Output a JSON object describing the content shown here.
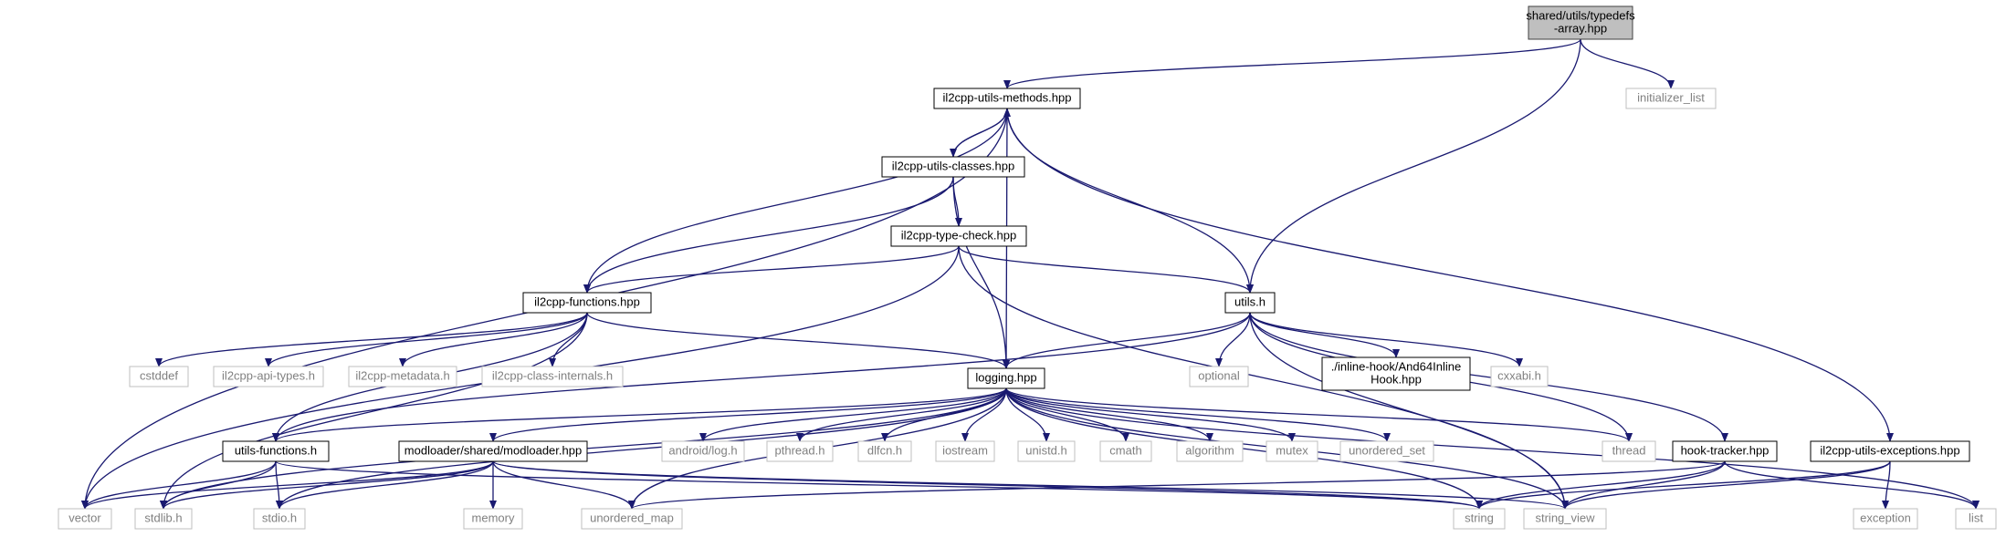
{
  "colors": {
    "edge": "#191970",
    "root_fill": "#bfbfbf",
    "root_stroke": "#404040",
    "documented_stroke": "#000000",
    "external_stroke": "#bfbfbf",
    "documented_text": "#000000",
    "external_text": "#808080"
  },
  "nodes": [
    {
      "id": "root",
      "kind": "root",
      "lines": [
        "shared/utils/typedefs",
        "-array.hpp"
      ]
    },
    {
      "id": "il2cpp_utils_methods",
      "kind": "documented",
      "lines": [
        "il2cpp-utils-methods.hpp"
      ]
    },
    {
      "id": "initializer_list",
      "kind": "external",
      "lines": [
        "initializer_list"
      ]
    },
    {
      "id": "il2cpp_utils_classes",
      "kind": "documented",
      "lines": [
        "il2cpp-utils-classes.hpp"
      ]
    },
    {
      "id": "il2cpp_type_check",
      "kind": "documented",
      "lines": [
        "il2cpp-type-check.hpp"
      ]
    },
    {
      "id": "il2cpp_functions",
      "kind": "documented",
      "lines": [
        "il2cpp-functions.hpp"
      ]
    },
    {
      "id": "utils_h",
      "kind": "documented",
      "lines": [
        "utils.h"
      ]
    },
    {
      "id": "cstddef",
      "kind": "external",
      "lines": [
        "cstddef"
      ]
    },
    {
      "id": "il2cpp_api_types",
      "kind": "external",
      "lines": [
        "il2cpp-api-types.h"
      ]
    },
    {
      "id": "il2cpp_metadata",
      "kind": "external",
      "lines": [
        "il2cpp-metadata.h"
      ]
    },
    {
      "id": "il2cpp_class_internals",
      "kind": "external",
      "lines": [
        "il2cpp-class-internals.h"
      ]
    },
    {
      "id": "logging",
      "kind": "documented",
      "lines": [
        "logging.hpp"
      ]
    },
    {
      "id": "optional",
      "kind": "external",
      "lines": [
        "optional"
      ]
    },
    {
      "id": "and64inlinehook",
      "kind": "documented",
      "lines": [
        "./inline-hook/And64Inline",
        "Hook.hpp"
      ]
    },
    {
      "id": "cxxabi",
      "kind": "external",
      "lines": [
        "cxxabi.h"
      ]
    },
    {
      "id": "utils_functions",
      "kind": "documented",
      "lines": [
        "utils-functions.h"
      ]
    },
    {
      "id": "modloader",
      "kind": "documented",
      "lines": [
        "modloader/shared/modloader.hpp"
      ]
    },
    {
      "id": "android_log",
      "kind": "external",
      "lines": [
        "android/log.h"
      ]
    },
    {
      "id": "pthread",
      "kind": "external",
      "lines": [
        "pthread.h"
      ]
    },
    {
      "id": "dlfcn",
      "kind": "external",
      "lines": [
        "dlfcn.h"
      ]
    },
    {
      "id": "iostream",
      "kind": "external",
      "lines": [
        "iostream"
      ]
    },
    {
      "id": "unistd",
      "kind": "external",
      "lines": [
        "unistd.h"
      ]
    },
    {
      "id": "cmath",
      "kind": "external",
      "lines": [
        "cmath"
      ]
    },
    {
      "id": "algorithm",
      "kind": "external",
      "lines": [
        "algorithm"
      ]
    },
    {
      "id": "mutex",
      "kind": "external",
      "lines": [
        "mutex"
      ]
    },
    {
      "id": "unordered_set",
      "kind": "external",
      "lines": [
        "unordered_set"
      ]
    },
    {
      "id": "thread",
      "kind": "external",
      "lines": [
        "thread"
      ]
    },
    {
      "id": "hook_tracker",
      "kind": "documented",
      "lines": [
        "hook-tracker.hpp"
      ]
    },
    {
      "id": "il2cpp_utils_exceptions",
      "kind": "documented",
      "lines": [
        "il2cpp-utils-exceptions.hpp"
      ]
    },
    {
      "id": "vector",
      "kind": "external",
      "lines": [
        "vector"
      ]
    },
    {
      "id": "stdlib",
      "kind": "external",
      "lines": [
        "stdlib.h"
      ]
    },
    {
      "id": "stdio",
      "kind": "external",
      "lines": [
        "stdio.h"
      ]
    },
    {
      "id": "memory",
      "kind": "external",
      "lines": [
        "memory"
      ]
    },
    {
      "id": "unordered_map",
      "kind": "external",
      "lines": [
        "unordered_map"
      ]
    },
    {
      "id": "string",
      "kind": "external",
      "lines": [
        "string"
      ]
    },
    {
      "id": "string_view",
      "kind": "external",
      "lines": [
        "string_view"
      ]
    },
    {
      "id": "exception",
      "kind": "external",
      "lines": [
        "exception"
      ]
    },
    {
      "id": "list",
      "kind": "external",
      "lines": [
        "list"
      ]
    }
  ],
  "edges": [
    [
      "root",
      "il2cpp_utils_methods"
    ],
    [
      "root",
      "initializer_list"
    ],
    [
      "root",
      "utils_h"
    ],
    [
      "il2cpp_utils_methods",
      "vector"
    ],
    [
      "il2cpp_utils_methods",
      "il2cpp_utils_classes"
    ],
    [
      "il2cpp_utils_methods",
      "il2cpp_functions"
    ],
    [
      "il2cpp_utils_methods",
      "logging"
    ],
    [
      "il2cpp_utils_methods",
      "utils_h"
    ],
    [
      "il2cpp_utils_methods",
      "il2cpp_utils_exceptions"
    ],
    [
      "il2cpp_utils_classes",
      "il2cpp_utils_methods"
    ],
    [
      "il2cpp_utils_classes",
      "il2cpp_type_check"
    ],
    [
      "il2cpp_utils_classes",
      "il2cpp_functions"
    ],
    [
      "il2cpp_utils_classes",
      "logging"
    ],
    [
      "il2cpp_type_check",
      "il2cpp_functions"
    ],
    [
      "il2cpp_type_check",
      "utils_h"
    ],
    [
      "il2cpp_type_check",
      "vector"
    ],
    [
      "il2cpp_type_check",
      "string_view"
    ],
    [
      "il2cpp_functions",
      "cstddef"
    ],
    [
      "il2cpp_functions",
      "il2cpp_api_types"
    ],
    [
      "il2cpp_functions",
      "il2cpp_metadata"
    ],
    [
      "il2cpp_functions",
      "il2cpp_class_internals"
    ],
    [
      "il2cpp_functions",
      "logging"
    ],
    [
      "il2cpp_functions",
      "utils_functions"
    ],
    [
      "il2cpp_functions",
      "stdlib"
    ],
    [
      "utils_h",
      "logging"
    ],
    [
      "utils_h",
      "optional"
    ],
    [
      "utils_h",
      "and64inlinehook"
    ],
    [
      "utils_h",
      "cxxabi"
    ],
    [
      "utils_h",
      "thread"
    ],
    [
      "utils_h",
      "utils_functions"
    ],
    [
      "utils_h",
      "hook_tracker"
    ],
    [
      "utils_h",
      "string_view"
    ],
    [
      "logging",
      "utils_functions"
    ],
    [
      "logging",
      "modloader"
    ],
    [
      "logging",
      "android_log"
    ],
    [
      "logging",
      "pthread"
    ],
    [
      "logging",
      "dlfcn"
    ],
    [
      "logging",
      "iostream"
    ],
    [
      "logging",
      "unistd"
    ],
    [
      "logging",
      "cmath"
    ],
    [
      "logging",
      "algorithm"
    ],
    [
      "logging",
      "mutex"
    ],
    [
      "logging",
      "unordered_set"
    ],
    [
      "logging",
      "thread"
    ],
    [
      "logging",
      "list"
    ],
    [
      "logging",
      "string"
    ],
    [
      "logging",
      "string_view"
    ],
    [
      "logging",
      "unordered_map"
    ],
    [
      "logging",
      "stdlib"
    ],
    [
      "logging",
      "stdio"
    ],
    [
      "utils_functions",
      "vector"
    ],
    [
      "utils_functions",
      "stdlib"
    ],
    [
      "utils_functions",
      "stdio"
    ],
    [
      "utils_functions",
      "string"
    ],
    [
      "modloader",
      "vector"
    ],
    [
      "modloader",
      "stdlib"
    ],
    [
      "modloader",
      "stdio"
    ],
    [
      "modloader",
      "memory"
    ],
    [
      "modloader",
      "unordered_map"
    ],
    [
      "modloader",
      "string"
    ],
    [
      "modloader",
      "string_view"
    ],
    [
      "hook_tracker",
      "unordered_map"
    ],
    [
      "hook_tracker",
      "string"
    ],
    [
      "hook_tracker",
      "string_view"
    ],
    [
      "hook_tracker",
      "list"
    ],
    [
      "il2cpp_utils_exceptions",
      "string"
    ],
    [
      "il2cpp_utils_exceptions",
      "string_view"
    ],
    [
      "il2cpp_utils_exceptions",
      "exception"
    ]
  ]
}
